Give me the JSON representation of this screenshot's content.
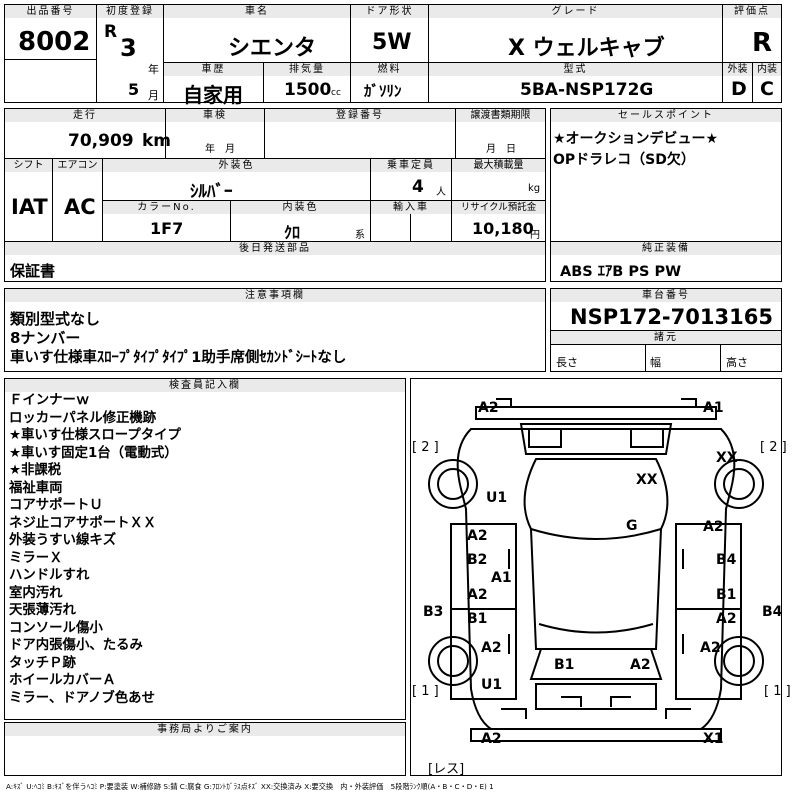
{
  "top": {
    "lot_label": "出品番号",
    "lot": "8002",
    "reg_label": "初度登録",
    "era": "R",
    "year": "3",
    "year_unit": "年",
    "month": "5",
    "month_unit": "月",
    "name_label": "車名",
    "name": "シエンタ",
    "door_label": "ドア形状",
    "door": "5W",
    "grade_label": "グレード",
    "grade": "X ウェルキャブ",
    "rating_label": "評価点",
    "rating": "R",
    "history_label": "車歴",
    "history": "自家用",
    "disp_label": "排気量",
    "disp": "1500",
    "disp_unit": "cc",
    "fuel_label": "燃料",
    "fuel": "ｶﾞｿﾘﾝ",
    "model_label": "型式",
    "model": "5BA-NSP172G",
    "ext_label": "外装",
    "ext": "D",
    "int_label": "内装",
    "int": "C"
  },
  "mid": {
    "mileage_label": "走行",
    "mileage": "70,909",
    "mileage_unit": "km",
    "inspection_label": "車検",
    "ym": "年　月",
    "regno_label": "登録番号",
    "transfer_label": "譲渡書類期限",
    "md": "月　日",
    "sales_label": "セールスポイント",
    "sales_lines": [
      "★オークションデビュー★",
      "OPドラレコ（SD欠）"
    ],
    "shift_label": "シフト",
    "shift": "IAT",
    "ac_label": "エアコン",
    "ac": "AC",
    "color_label": "外装色",
    "color": "ｼﾙﾊﾞｰ",
    "capacity_label": "乗車定員",
    "capacity": "4",
    "capacity_unit": "人",
    "load_label": "最大積載量",
    "load_unit": "kg",
    "colorno_label": "カラーNo.",
    "colorno": "1F7",
    "interior_label": "内装色",
    "interior": "ｸﾛ",
    "interior_unit": "系",
    "import_label": "輸入車",
    "recycle_label": "リサイクル預託金",
    "recycle": "10,180",
    "recycle_unit": "円",
    "later_label": "後日発送部品",
    "later": "保証書",
    "genuine_label": "純正装備",
    "genuine": "ABS ｴｱB PS PW"
  },
  "notes": {
    "label": "注意事項欄",
    "lines": [
      "類別型式なし",
      "8ナンバー",
      "車いす仕様車ｽﾛｰﾌﾟﾀｲﾌﾟﾀｲﾌﾟ1助手席側ｾｶﾝﾄﾞｼｰﾄなし"
    ],
    "chassis_label": "車台番号",
    "chassis": "NSP172-7013165",
    "dims_label": "諸元",
    "length": "長さ",
    "width": "幅",
    "height": "高さ"
  },
  "inspector": {
    "label": "検査員記入欄",
    "lines": [
      "Ｆインナーｗ",
      "ロッカーパネル修正機跡",
      "★車いす仕様スロープタイプ",
      "★車いす固定1台（電動式）",
      "★非課税",
      "福祉車両",
      "コアサポートＵ",
      "ネジ止コアサポートＸＸ",
      "外装うすい線キズ",
      "ミラーＸ",
      "ハンドルすれ",
      "室内汚れ",
      "天張薄汚れ",
      "コンソール傷小",
      "ドア内張傷小、たるみ",
      "タッチＰ跡",
      "ホイールカバーＡ",
      "ミラー、ドアノブ色あせ"
    ]
  },
  "office": {
    "label": "事務局よりご案内"
  },
  "diagram": {
    "labels": [
      "A2",
      "A1",
      "[ 2 ]",
      "[ 2 ]",
      "XX",
      "XX",
      "U1",
      "G",
      "A2",
      "A2",
      "B2",
      "B4",
      "A1",
      "A2",
      "B1",
      "B3",
      "B1",
      "A2",
      "B4",
      "A2",
      "B1",
      "A2",
      "A2",
      "U1",
      "[ 1 ]",
      "[ 1 ]",
      "A2",
      "X1",
      "[レス]"
    ]
  },
  "legend": "A:ｷｽﾞ U:ﾍｺﾐ B:ｷｽﾞを伴うﾍｺﾐ P:要塗装 W:補修跡 S:錆 C:腐食 G:ﾌﾛﾝﾄｶﾞﾗｽ点ｷｽﾞ XX:交換済み X:要交換　内・外装評価　5段階ﾗﾝｸ順(A・B・C・D・E) 1"
}
